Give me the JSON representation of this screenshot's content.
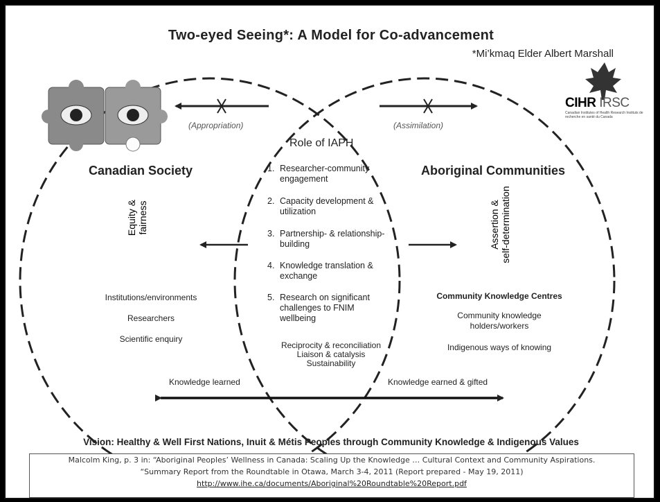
{
  "title": "Two-eyed Seeing*: A Model for Co-advancement",
  "attribution": "*Mi’kmaq Elder Albert Marshall",
  "logo": {
    "cihr": "CIHR",
    "irsc": "IRSC",
    "small_en": "Canadian Institutes of Health Research",
    "small_fr": "Instituts de recherche en santé du Canada"
  },
  "arrow_labels": {
    "appropriation": "(Appropriation)",
    "assimilation": "(Assimilation)"
  },
  "left": {
    "heading": "Canadian Society",
    "vertical_label": [
      "Equity &",
      "fairness"
    ],
    "items": [
      "Institutions/environments",
      "Researchers",
      "Scientific enquiry"
    ]
  },
  "right": {
    "heading": "Aboriginal Communities",
    "vertical_label": [
      "Assertion &",
      "self-determination"
    ],
    "items_heading": "Community Knowledge Centres",
    "items": [
      "Community knowledge",
      "holders/workers",
      "Indigenous ways of knowing"
    ]
  },
  "center": {
    "heading": "Role of IAPH",
    "roles": [
      {
        "num": "1.",
        "text": "Researcher-community engagement"
      },
      {
        "num": "2.",
        "text": "Capacity development & utilization"
      },
      {
        "num": "3.",
        "text": "Partnership- & relationship-building"
      },
      {
        "num": "4.",
        "text": "Knowledge translation & exchange"
      },
      {
        "num": "5.",
        "text": "Research on significant challenges to FNIM wellbeing"
      }
    ],
    "values": [
      "Reciprocity & reconciliation",
      "Liaison & catalysis",
      "Sustainability"
    ]
  },
  "knowledge": {
    "learned": "Knowledge learned",
    "earned": "Knowledge earned & gifted"
  },
  "vision": "Vision: Healthy & Well First Nations, Inuit & Métis Peoples through Community Knowledge & Indigenous Values",
  "citation": {
    "line1": "Malcolm King, p. 3 in:  “Aboriginal Peoples’ Wellness in Canada:  Scaling Up the Knowledge … Cultural Context and Community Aspirations.",
    "line2": "“Summary Report from the  Roundtable in Otawa, March 3-4, 2011  (Report prepared - May 19, 2011)",
    "link": "http://www.ihe.ca/documents/Aboriginal%20Roundtable%20Report.pdf"
  },
  "colors": {
    "text": "#222222",
    "line": "#222222",
    "background": "#ffffff",
    "frame": "#000000"
  }
}
